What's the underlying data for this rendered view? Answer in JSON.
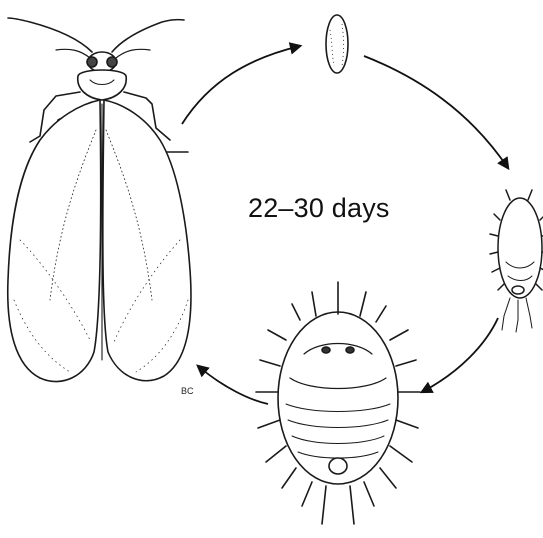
{
  "diagram": {
    "cycle_duration": "22–30 days",
    "artist_initials": "BC",
    "stages": [
      {
        "name": "adult"
      },
      {
        "name": "egg"
      },
      {
        "name": "first-instar-nymph"
      },
      {
        "name": "late-instar-nymph"
      }
    ],
    "colors": {
      "ink": "#1a1a1a",
      "background": "#ffffff"
    }
  }
}
